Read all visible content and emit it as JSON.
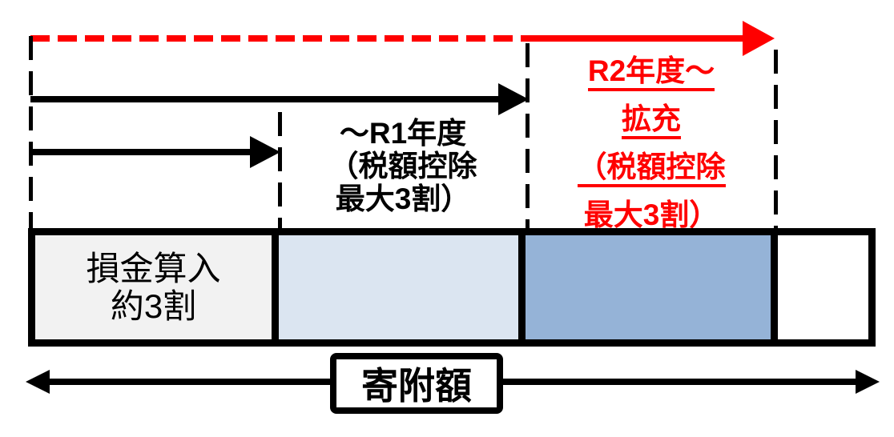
{
  "colors": {
    "red": "#ff0000",
    "black": "#000000",
    "segment1_fill": "#f2f2f2",
    "segment2_fill": "#dbe5f1",
    "segment3_fill": "#95b3d7",
    "segment4_fill": "#ffffff",
    "bg": "#ffffff"
  },
  "labels": {
    "r1_period": {
      "lines": [
        "～R1年度",
        "（税額控除",
        "最大3割）"
      ],
      "color": "#000000"
    },
    "r2_period": {
      "lines": [
        "R2年度～",
        "拡充",
        "（税額控除",
        "最大3割）"
      ],
      "color": "#ff0000",
      "underlined": true
    },
    "donation": {
      "text": "寄附額"
    }
  },
  "bar": {
    "segments": [
      {
        "name": "loss-deduction",
        "fill": "#f2f2f2",
        "label_lines": [
          "損金算入",
          "約3割"
        ]
      },
      {
        "name": "r1-tax-credit",
        "fill": "#dbe5f1"
      },
      {
        "name": "r2-expansion",
        "fill": "#95b3d7"
      },
      {
        "name": "remainder",
        "fill": "#ffffff"
      }
    ]
  }
}
